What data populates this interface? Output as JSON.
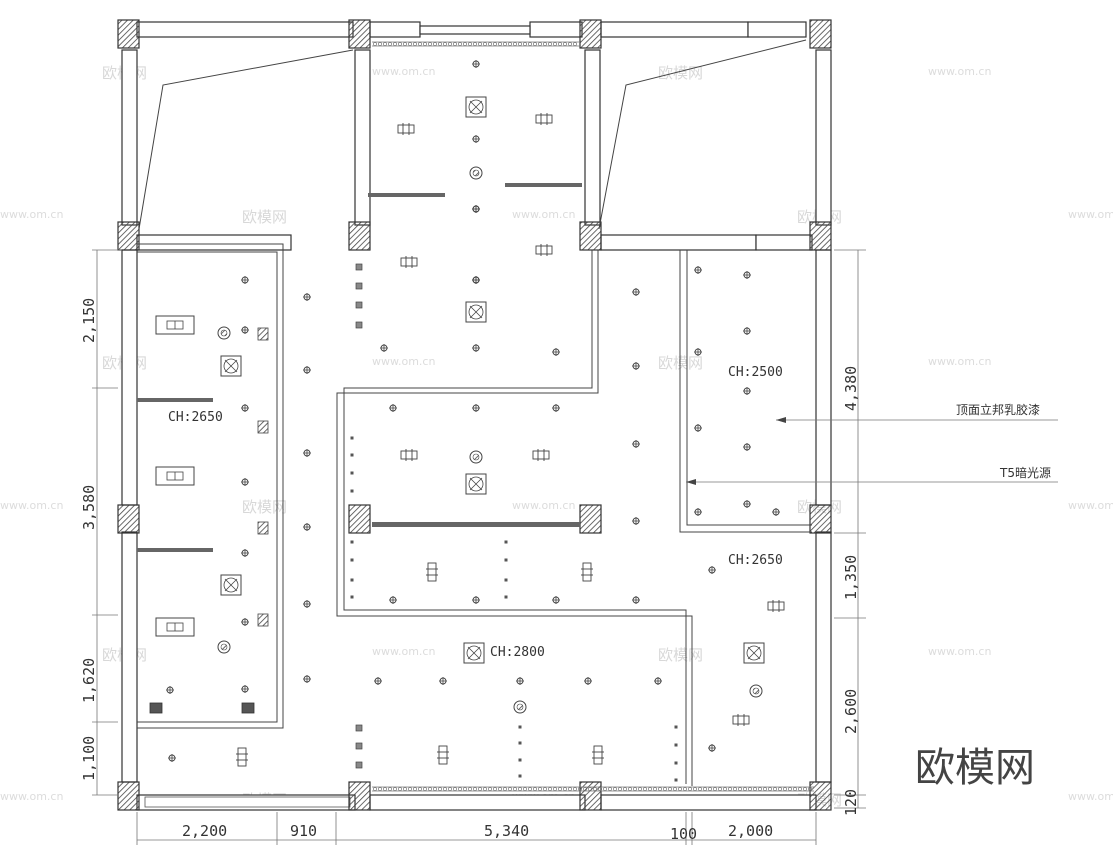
{
  "dimensions": {
    "bottom": [
      "2,200",
      "910",
      "5,340",
      "100",
      "2,000"
    ],
    "left": [
      "2,150",
      "3,580",
      "1,620",
      "1,100"
    ],
    "right": [
      "4,380",
      "1,350",
      "2,600",
      "120"
    ]
  },
  "ceiling_heights": {
    "left_room": "CH:2650",
    "right_upper": "CH:2500",
    "right_lower": "CH:2650",
    "center": "CH:2800"
  },
  "notes": {
    "paint": "顶面立邦乳胶漆",
    "light": "T5暗光源"
  },
  "watermark": {
    "brand": "欧模网",
    "url": "www.om.cn"
  },
  "brand_logo": "欧模网",
  "colors": {
    "line": "#333333",
    "hatch": "#555555",
    "watermark": "#d8d8d8"
  }
}
